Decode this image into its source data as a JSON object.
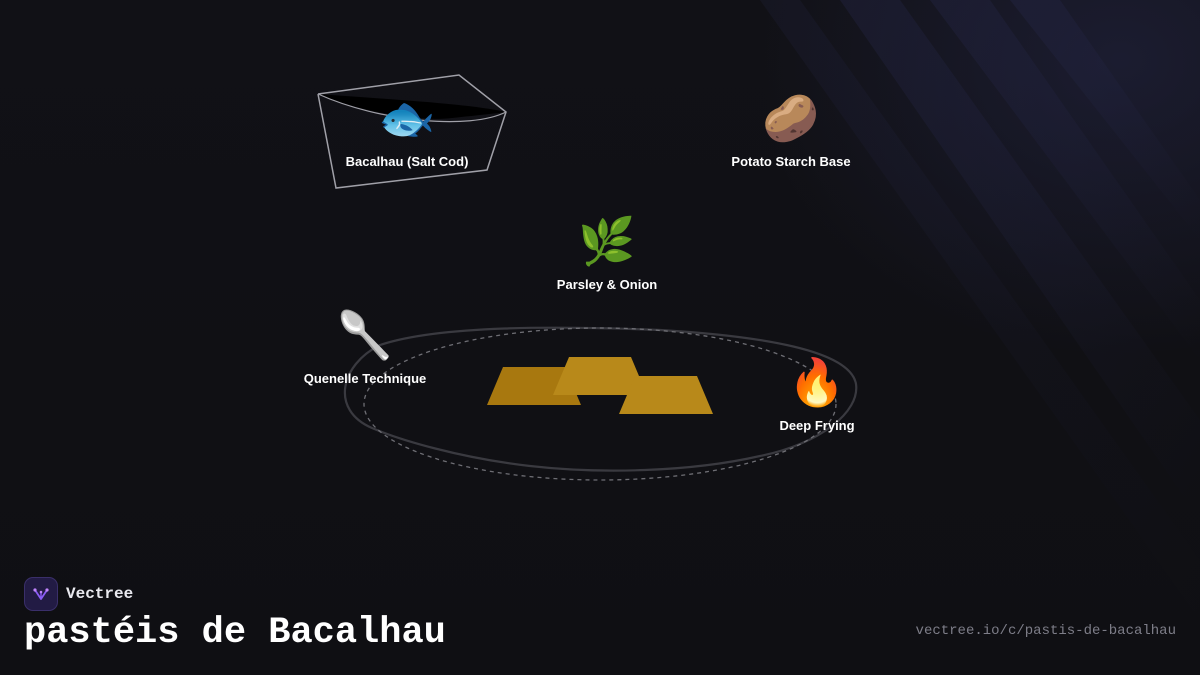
{
  "brand": {
    "name": "Vectree",
    "logo_icon": "vectree-tree-icon",
    "accent": "#8b5cf6"
  },
  "page": {
    "title": "pastéis de Bacalhau",
    "url": "vectree.io/c/pastis-de-bacalhau"
  },
  "nodes": [
    {
      "id": "bacalhau",
      "icon": "🐟",
      "icon_name": "fish-icon",
      "label": "Bacalhau (Salt Cod)"
    },
    {
      "id": "potato",
      "icon": "🥔",
      "icon_name": "potato-icon",
      "label": "Potato Starch Base"
    },
    {
      "id": "parsley",
      "icon": "🌿",
      "icon_name": "herb-icon",
      "label": "Parsley & Onion"
    },
    {
      "id": "quenelle",
      "icon": "🥄",
      "icon_name": "spoon-icon",
      "label": "Quenelle Technique"
    },
    {
      "id": "frying",
      "icon": "🔥",
      "icon_name": "fire-icon",
      "label": "Deep Frying"
    }
  ],
  "colors": {
    "background": "#111116",
    "pastry": "#b8891a",
    "pastry_dark": "#a8780f",
    "outline": "#3a3a40",
    "dashed": "#6e6e74",
    "box_stroke": "#a0a0a8"
  }
}
